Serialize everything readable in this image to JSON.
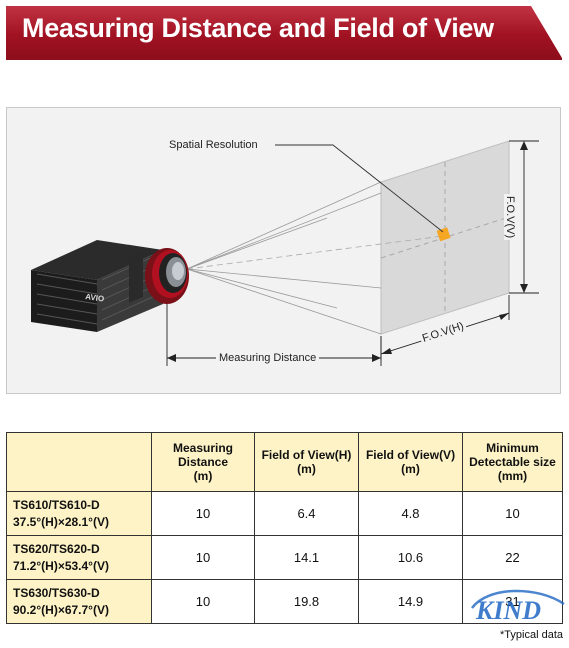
{
  "header": {
    "title": "Measuring Distance and Field of View"
  },
  "diagram": {
    "spatial_resolution_label": "Spatial Resolution",
    "measuring_distance_label": "Measuring Distance",
    "fov_h_label": "F.O.V(H)",
    "fov_v_label": "F.O.V(V)",
    "camera_brand": "AVIO"
  },
  "table": {
    "headers": [
      "",
      "Measuring Distance (m)",
      "Field of View(H) (m)",
      "Field of View(V) (m)",
      "Minimum Detectable size (mm)"
    ],
    "header_lines": [
      [],
      [
        "Measuring",
        "Distance",
        "(m)"
      ],
      [
        "Field of View(H)",
        "(m)"
      ],
      [
        "Field of View(V)",
        "(m)"
      ],
      [
        "Minimum",
        "Detectable size",
        "(mm)"
      ]
    ],
    "rows": [
      {
        "model": "TS610/TS610-D",
        "fov": "37.5°(H)×28.1°(V)",
        "distance": "10",
        "fov_h": "6.4",
        "fov_v": "4.8",
        "min_size": "10"
      },
      {
        "model": "TS620/TS620-D",
        "fov": "71.2°(H)×53.4°(V)",
        "distance": "10",
        "fov_h": "14.1",
        "fov_v": "10.6",
        "min_size": "22"
      },
      {
        "model": "TS630/TS630-D",
        "fov": "90.2°(H)×67.7°(V)",
        "distance": "10",
        "fov_h": "19.8",
        "fov_v": "14.9",
        "min_size": "31"
      }
    ]
  },
  "note": "*Typical data",
  "watermark": "KIND",
  "colors": {
    "banner": "#a51224",
    "table_header": "#fdf3c6",
    "target_spot": "#f5a623",
    "logo_blue": "#1f66c4"
  }
}
